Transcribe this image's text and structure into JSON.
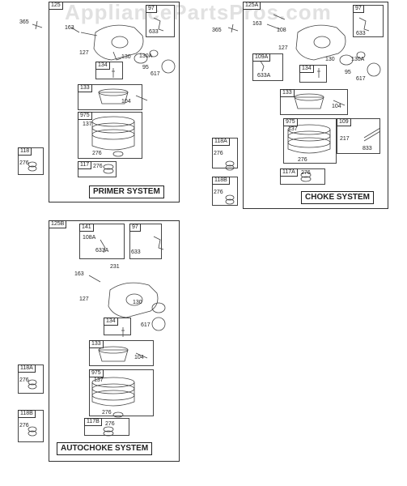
{
  "watermark": "AppliancePartsPros.com",
  "primer": {
    "tag": "125",
    "title": "PRIMER SYSTEM",
    "parts": {
      "p365": "365",
      "p163": "163",
      "p97": "97",
      "p633": "633",
      "p127": "127",
      "p130": "130",
      "p130a": "130A",
      "p134": "134",
      "p95": "95",
      "p617": "617",
      "p133": "133",
      "p104": "104",
      "p975": "975",
      "p137": "137",
      "p276a": "276",
      "p117": "117",
      "p276b": "276",
      "p118": "118",
      "p276c": "276"
    }
  },
  "choke": {
    "tag": "125A",
    "title": "CHOKE SYSTEM",
    "parts": {
      "p365": "365",
      "p163": "163",
      "p108": "108",
      "p97": "97",
      "p633": "633",
      "p127": "127",
      "p109a": "109A",
      "p633a": "633A",
      "p130": "130",
      "p130a": "130A",
      "p134": "134",
      "p95": "95",
      "p617": "617",
      "p133": "133",
      "p104": "104",
      "p975": "975",
      "p137": "137",
      "p109": "109",
      "p217": "217",
      "p833": "833",
      "p276a": "276",
      "p117a": "117A",
      "p276b": "276",
      "p118a": "118A",
      "p276c": "276",
      "p118b": "118B",
      "p276d": "276"
    }
  },
  "autochoke": {
    "tag": "125B",
    "title": "AUTOCHOKE SYSTEM",
    "parts": {
      "p141": "141",
      "p108a": "108A",
      "p633a": "633A",
      "p97": "97",
      "p633": "633",
      "p231": "231",
      "p163": "163",
      "p127": "127",
      "p130": "130",
      "p134": "134",
      "p617": "617",
      "p133": "133",
      "p104": "104",
      "p975": "975",
      "p137": "137",
      "p276a": "276",
      "p117b": "117B",
      "p276b": "276",
      "p118a": "118A",
      "p276c": "276",
      "p118b": "118B",
      "p276d": "276"
    }
  }
}
